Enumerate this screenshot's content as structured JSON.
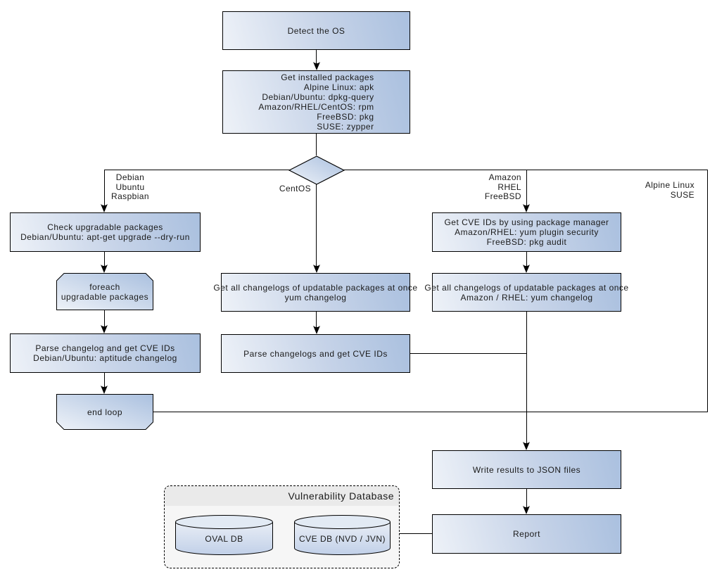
{
  "diagram": {
    "nodes": {
      "detect_os": {
        "lines": [
          "Detect the OS"
        ]
      },
      "get_installed": {
        "lines": [
          "Get installed packages",
          "Alpine Linux: apk",
          "Debian/Ubuntu: dpkg-query",
          "Amazon/RHEL/CentOS: rpm",
          "FreeBSD: pkg",
          "SUSE: zypper"
        ]
      },
      "check_upgradable": {
        "lines": [
          "Check upgradable packages",
          "Debian/Ubuntu: apt-get upgrade --dry-run"
        ]
      },
      "foreach_loop": {
        "lines": [
          "foreach",
          "upgradable packages"
        ]
      },
      "parse_changelog_deb": {
        "lines": [
          "Parse changelog and get CVE IDs",
          "Debian/Ubuntu: aptitude changelog"
        ]
      },
      "end_loop": {
        "lines": [
          "end loop"
        ]
      },
      "get_changelogs_centos": {
        "lines": [
          "Get all changelogs of updatable packages at once",
          "yum changelog"
        ]
      },
      "parse_changelogs_centos": {
        "lines": [
          "Parse changelogs and get CVE IDs"
        ]
      },
      "get_cve_ids_pkg_mgr": {
        "lines": [
          "Get CVE IDs by using package manager",
          "Amazon/RHEL: yum plugin security",
          "FreeBSD: pkg audit"
        ]
      },
      "get_changelogs_amazon": {
        "lines": [
          "Get all changelogs of updatable packages at once",
          "Amazon / RHEL: yum changelog"
        ]
      },
      "write_results": {
        "lines": [
          "Write results to JSON files"
        ]
      },
      "report": {
        "lines": [
          "Report"
        ]
      }
    },
    "edge_labels": {
      "left_branch": [
        "Debian",
        "Ubuntu",
        "Raspbian"
      ],
      "center_branch": [
        "CentOS"
      ],
      "right_branch": [
        "Amazon",
        "RHEL",
        "FreeBSD"
      ],
      "far_right_branch": [
        "Alpine Linux",
        "SUSE"
      ]
    },
    "database_panel": {
      "title": "Vulnerability Database",
      "cylinders": [
        {
          "label": "OVAL DB"
        },
        {
          "label": "CVE DB (NVD / JVN)"
        }
      ]
    },
    "colors": {
      "node_gradient_start": "#eef2f8",
      "node_gradient_end": "#aac0df",
      "node_border": "#000000",
      "line": "#000000",
      "panel_fill": "#f6f6f6",
      "panel_header_fill": "#eaeaea"
    }
  }
}
